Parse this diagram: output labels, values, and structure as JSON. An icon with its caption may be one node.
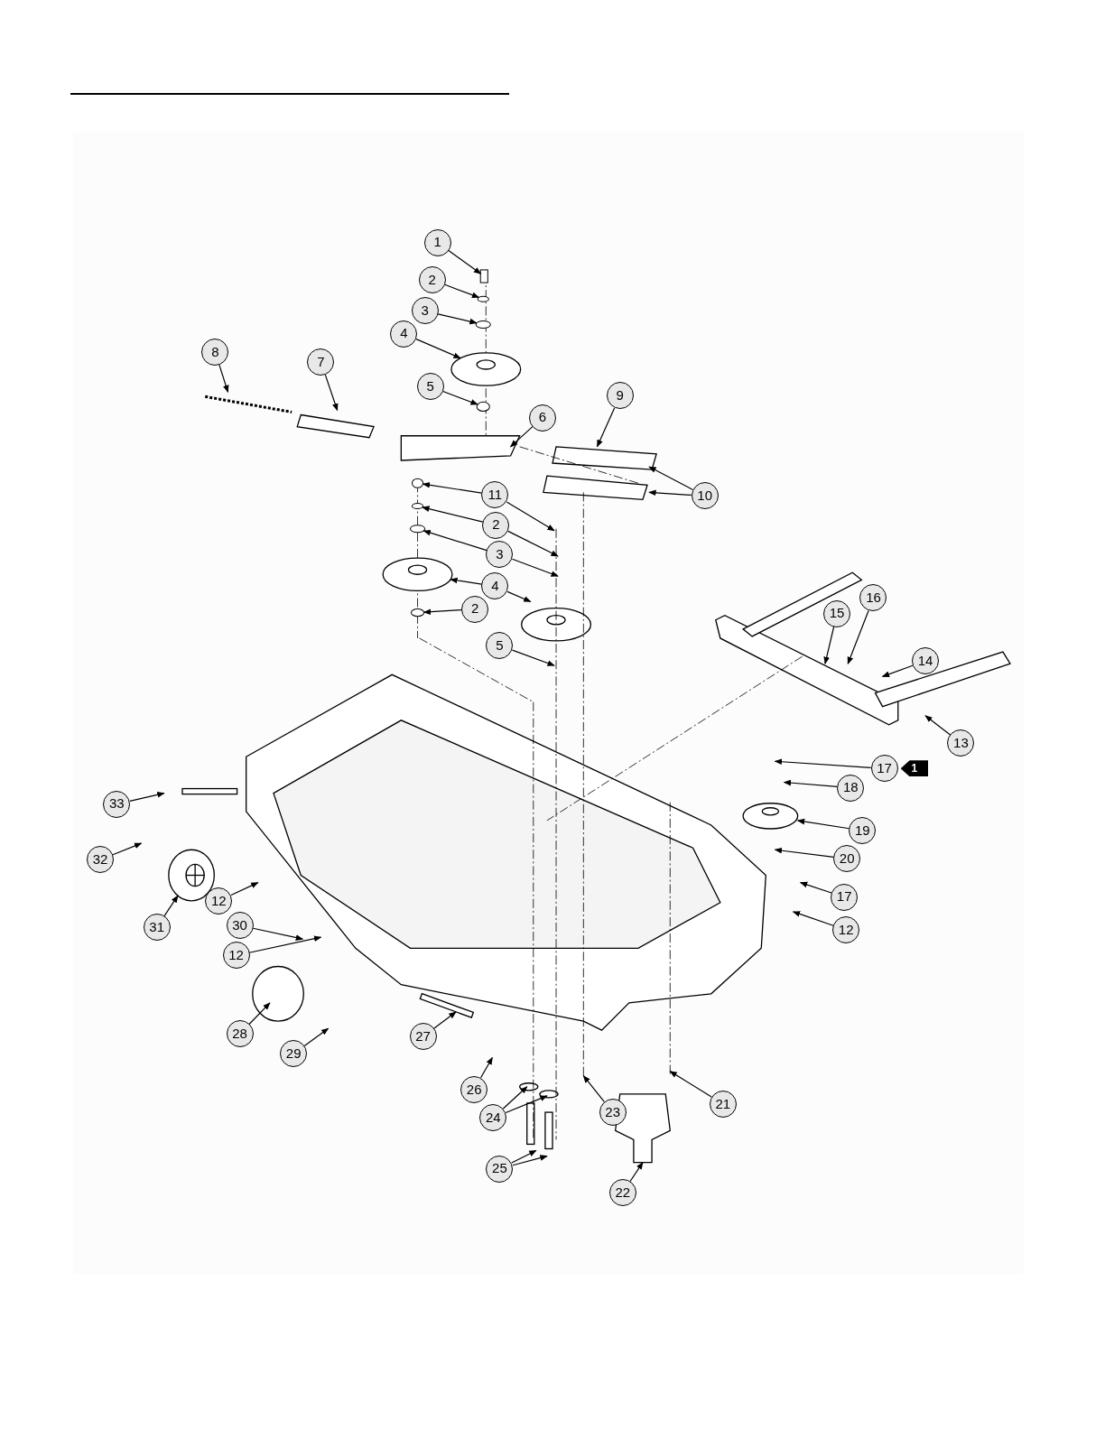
{
  "diagram": {
    "nodes": [
      {
        "text": [
          "1"
        ]
      },
      {
        "text": [
          "2"
        ]
      },
      {
        "text": [
          "3"
        ]
      },
      {
        "text": [
          "4"
        ]
      },
      {
        "text": [
          "5"
        ]
      },
      {
        "text": [
          "8"
        ]
      },
      {
        "text": [
          "7"
        ]
      },
      {
        "text": [
          "6"
        ]
      },
      {
        "text": [
          "9"
        ]
      },
      {
        "text": [
          "10"
        ]
      },
      {
        "text": [
          "11"
        ]
      },
      {
        "text": [
          "2"
        ]
      },
      {
        "text": [
          "3"
        ]
      },
      {
        "text": [
          "4"
        ]
      },
      {
        "text": [
          "2"
        ]
      },
      {
        "text": [
          "5"
        ]
      },
      {
        "text": [
          "16"
        ]
      },
      {
        "text": [
          "15"
        ]
      },
      {
        "text": [
          "14"
        ]
      },
      {
        "text": [
          "13"
        ]
      },
      {
        "text": [
          "17"
        ],
        "beside": [
          "1"
        ]
      },
      {
        "text": [
          "18"
        ]
      },
      {
        "text": [
          "33"
        ]
      },
      {
        "text": [
          "19"
        ]
      },
      {
        "text": [
          "32"
        ]
      },
      {
        "text": [
          "20"
        ]
      },
      {
        "text": [
          "12"
        ]
      },
      {
        "text": [
          "17"
        ]
      },
      {
        "text": [
          "31"
        ]
      },
      {
        "text": [
          "30"
        ]
      },
      {
        "text": [
          "12"
        ]
      },
      {
        "text": [
          "12"
        ]
      },
      {
        "text": [
          "28"
        ]
      },
      {
        "text": [
          "27"
        ]
      },
      {
        "text": [
          "29"
        ]
      },
      {
        "text": [
          "26"
        ]
      },
      {
        "text": [
          "21"
        ]
      },
      {
        "text": [
          "23"
        ]
      },
      {
        "text": [
          "24"
        ]
      },
      {
        "text": [
          "25"
        ]
      },
      {
        "text": [
          "22"
        ]
      },
      {
        "text": [],
        "shape": "picture"
      },
      {
        "text": [],
        "shape": "picture"
      },
      {
        "text": [],
        "shape": "picture"
      },
      {
        "text": [],
        "shape": "circle"
      },
      {
        "text": [],
        "shape": "circle"
      },
      {
        "text": [],
        "shape": "circle"
      },
      {
        "text": [],
        "shape": "circle"
      },
      {
        "text": [],
        "shape": "circle"
      },
      {
        "text": [],
        "shape": "circle"
      },
      {
        "text": [],
        "shape": "circle"
      },
      {
        "text": [],
        "shape": "box"
      }
    ],
    "edges": [
      {
        "from": 0,
        "to": 51,
        "arrow": "to"
      },
      {
        "from": 1,
        "to": 48,
        "arrow": "to"
      },
      {
        "from": 2,
        "to": 44,
        "arrow": "to"
      },
      {
        "from": 3,
        "to": 41,
        "arrow": "to"
      },
      {
        "from": 4,
        "to": 45,
        "arrow": "to"
      },
      {
        "from": 5,
        "to": null,
        "arrow": "to"
      },
      {
        "from": 6,
        "to": null,
        "arrow": "to"
      },
      {
        "from": 7,
        "to": null,
        "arrow": "to"
      },
      {
        "from": 8,
        "to": null,
        "arrow": "to"
      },
      {
        "from": 9,
        "to": null,
        "arrow": "to"
      },
      {
        "from": 9,
        "to": null,
        "arrow": "to"
      },
      {
        "from": 10,
        "to": 50,
        "arrow": "to"
      },
      {
        "from": 10,
        "to": null,
        "arrow": "to"
      },
      {
        "from": 11,
        "to": 49,
        "arrow": "to"
      },
      {
        "from": 11,
        "to": null,
        "arrow": "to"
      },
      {
        "from": 12,
        "to": 46,
        "arrow": "to"
      },
      {
        "from": 12,
        "to": null,
        "arrow": "to"
      },
      {
        "from": 13,
        "to": 42,
        "arrow": "to"
      },
      {
        "from": 13,
        "to": null,
        "arrow": "to"
      },
      {
        "from": 14,
        "to": 47,
        "arrow": "to"
      },
      {
        "from": 15,
        "to": null,
        "arrow": "to"
      },
      {
        "from": 16,
        "to": null,
        "arrow": "to"
      },
      {
        "from": 17,
        "to": null,
        "arrow": "to"
      },
      {
        "from": 18,
        "to": null,
        "arrow": "to"
      },
      {
        "from": 19,
        "to": null,
        "arrow": "to"
      },
      {
        "from": 20,
        "to": null,
        "arrow": "to"
      },
      {
        "from": 21,
        "to": null,
        "arrow": "to"
      },
      {
        "from": 22,
        "to": null,
        "arrow": "to"
      },
      {
        "from": 23,
        "to": null,
        "arrow": "to"
      },
      {
        "from": 24,
        "to": null,
        "arrow": "to"
      },
      {
        "from": 25,
        "to": null,
        "arrow": "to"
      },
      {
        "from": 26,
        "to": null,
        "arrow": "to"
      },
      {
        "from": 27,
        "to": null,
        "arrow": "to"
      },
      {
        "from": 28,
        "to": 43,
        "arrow": "to"
      },
      {
        "from": 29,
        "to": null,
        "arrow": "to"
      },
      {
        "from": 30,
        "to": null,
        "arrow": "to"
      },
      {
        "from": 31,
        "to": null,
        "arrow": "to"
      },
      {
        "from": 32,
        "to": null,
        "arrow": "to"
      },
      {
        "from": 33,
        "to": null,
        "arrow": "to"
      },
      {
        "from": 34,
        "to": null,
        "arrow": "to"
      },
      {
        "from": 35,
        "to": null,
        "arrow": "to"
      },
      {
        "from": 36,
        "to": null,
        "arrow": "to"
      },
      {
        "from": 37,
        "to": null,
        "arrow": "to"
      },
      {
        "from": 38,
        "to": null,
        "arrow": "to"
      },
      {
        "from": 38,
        "to": null,
        "arrow": "to"
      },
      {
        "from": 39,
        "to": null,
        "arrow": "to"
      },
      {
        "from": 39,
        "to": null,
        "arrow": "to"
      },
      {
        "from": 40,
        "to": null,
        "arrow": "to"
      }
    ]
  }
}
